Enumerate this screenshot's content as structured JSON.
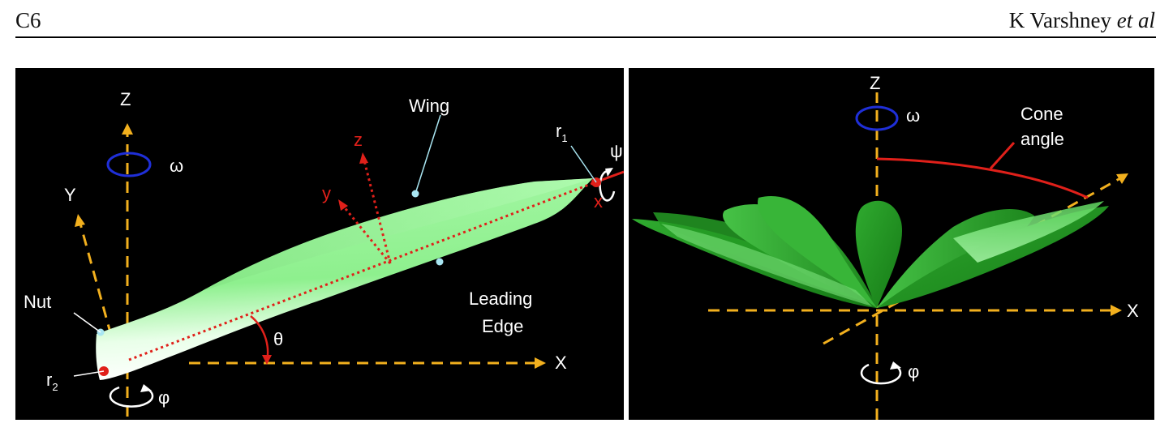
{
  "header": {
    "left": "C6",
    "right_authors": "K Varshney",
    "right_etal": "et al"
  },
  "left_panel": {
    "labels": {
      "Z": "Z",
      "Y": "Y",
      "X": "X",
      "omega": "ω",
      "wing": "Wing",
      "r1": "r",
      "r1_sub": "1",
      "r2": "r",
      "r2_sub": "2",
      "psi": "ψ",
      "x_local": "x",
      "y_local": "y",
      "z_local": "z",
      "nut": "Nut",
      "leading_edge_1": "Leading",
      "leading_edge_2": "Edge",
      "theta": "θ",
      "phi": "φ"
    }
  },
  "right_panel": {
    "labels": {
      "Z": "Z",
      "X": "X",
      "omega": "ω",
      "cone_1": "Cone",
      "cone_2": "angle",
      "phi": "φ"
    }
  },
  "colors": {
    "axis": "#f2b01e",
    "wing_light": "#9cf59c",
    "wing_dark": "#1f8f1f",
    "red": "#e0201a",
    "blue": "#1f2fd8",
    "marker_cyan": "#a9e6f2"
  }
}
